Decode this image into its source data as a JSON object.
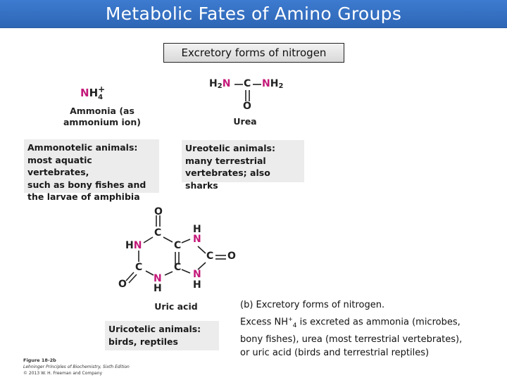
{
  "header": {
    "title": "Metabolic Fates of Amino Groups"
  },
  "subtitle": {
    "label": "Excretory forms of nitrogen"
  },
  "ammonia": {
    "formula_n": "N",
    "formula_h": "H",
    "formula_sub": "4",
    "formula_sup": "+",
    "name_line1": "Ammonia (as",
    "name_line2": "ammonium ion)",
    "box_lines": [
      "Ammonotelic animals:",
      "most aquatic vertebrates,",
      "such as bony fishes and",
      "the larvae of amphibia"
    ]
  },
  "urea": {
    "left_h2": "H",
    "left_sub": "2",
    "n": "N",
    "c": "C",
    "right_h2": "H",
    "right_sub": "2",
    "o": "O",
    "name": "Urea",
    "box_lines": [
      "Ureotelic animals:",
      "many terrestrial",
      "vertebrates; also sharks"
    ]
  },
  "uric_acid": {
    "atoms": {
      "o_top": "O",
      "c_top": "C",
      "hn_h": "H",
      "hn_n": "N",
      "c_mid_upper": "C",
      "n_upper_h": "H",
      "n_upper": "N",
      "c_right": "C",
      "o_right": "O",
      "c_left": "C",
      "o_left": "O",
      "n_bottom": "N",
      "n_bottom_h": "H",
      "c_mid_lower": "C",
      "n_lower": "N",
      "n_lower_h": "H"
    },
    "name": "Uric acid",
    "box_lines": [
      "Uricotelic animals:",
      "birds, reptiles"
    ]
  },
  "credit": {
    "figure": "Figure 18-2b",
    "book": "Lehninger Principles of Biochemistry, Sixth Edition",
    "copyright": "© 2013 W. H. Freeman and Company"
  },
  "description": {
    "line1": "(b) Excretory forms of nitrogen.",
    "line2_pre": "Excess NH",
    "line2_sup": "+",
    "line2_sub": "4",
    "line2_post": " is excreted as ammonia (microbes,",
    "line3": "bony fishes), urea  (most terrestrial vertebrates),",
    "line4": "or uric acid (birds and terrestrial reptiles)"
  },
  "colors": {
    "header_bg": "#3470c4",
    "nitrogen_accent": "#c4197a",
    "box_gray": "#ececec"
  }
}
